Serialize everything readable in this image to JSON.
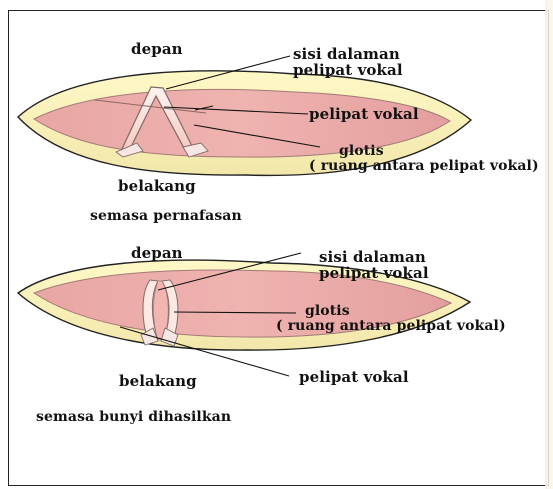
{
  "diagram": {
    "top": {
      "front": "depan",
      "inner_side": [
        "sisi dalaman",
        "pelipat vokal"
      ],
      "vocal_fold": "pelipat vokal",
      "glottis": [
        "glotis",
        "( ruang antara pelipat vokal)"
      ],
      "back": "belakang",
      "caption": "semasa  pernafasan"
    },
    "bottom": {
      "front": "depan",
      "inner_side": [
        "sisi dalaman",
        "pelipat vokal"
      ],
      "glottis": [
        "glotis",
        "( ruang antara pelipat vokal)"
      ],
      "vocal_fold": "pelipat vokal",
      "back": "belakang",
      "caption": "semasa bunyi dihasilkan"
    }
  }
}
